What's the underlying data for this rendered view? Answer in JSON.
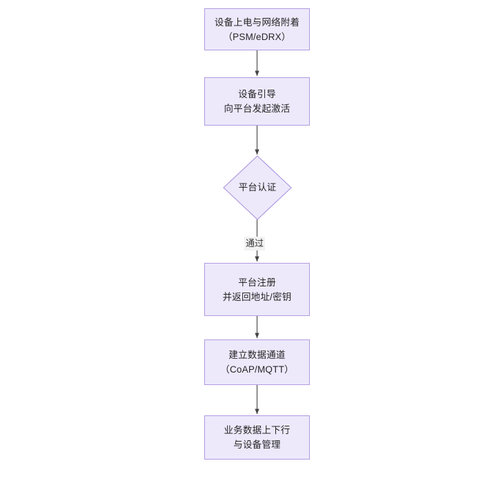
{
  "diagram": {
    "type": "flowchart",
    "orientation": "top-to-bottom",
    "background_color": "#ffffff",
    "node_fill_color": "#ede9fb",
    "node_border_color": "#b09ae0",
    "text_color": "#262626",
    "edge_color": "#444444",
    "nodes": [
      {
        "id": "n1",
        "shape": "rectangle",
        "lines": [
          "设备上电与网络附着",
          "（PSM/eDRX）"
        ]
      },
      {
        "id": "n2",
        "shape": "rectangle",
        "lines": [
          "设备引导",
          "向平台发起激活"
        ]
      },
      {
        "id": "n3",
        "shape": "diamond",
        "lines": [
          "平台认证"
        ]
      },
      {
        "id": "n4",
        "shape": "rectangle",
        "lines": [
          "平台注册",
          "并返回地址/密钥"
        ]
      },
      {
        "id": "n5",
        "shape": "rectangle",
        "lines": [
          "建立数据通道",
          "（CoAP/MQTT）"
        ]
      },
      {
        "id": "n6",
        "shape": "rectangle",
        "lines": [
          "业务数据上下行",
          "与设备管理"
        ]
      }
    ],
    "edges": [
      {
        "id": "e1",
        "from": "n1",
        "to": "n2",
        "label": ""
      },
      {
        "id": "e2",
        "from": "n2",
        "to": "n3",
        "label": ""
      },
      {
        "id": "e3",
        "from": "n3",
        "to": "n4",
        "label": "通过"
      },
      {
        "id": "e4",
        "from": "n4",
        "to": "n5",
        "label": ""
      },
      {
        "id": "e5",
        "from": "n5",
        "to": "n6",
        "label": ""
      }
    ]
  }
}
